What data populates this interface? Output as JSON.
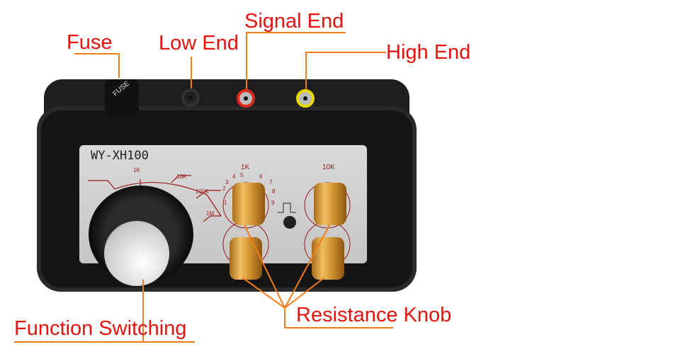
{
  "labels": {
    "fuse": "Fuse",
    "low_end": "Low End",
    "signal_end": "Signal End",
    "high_end": "High End",
    "function_switching": "Function Switching",
    "resistance_knob": "Resistance Knob"
  },
  "device": {
    "model": "WY-XH100",
    "fuse_cap_text": "FUSE",
    "range_labels": [
      "1K",
      "10K",
      "100K",
      "1M"
    ],
    "knob_group_labels": [
      "1K",
      "10K"
    ],
    "dial_numbers": [
      "1",
      "2",
      "3",
      "4",
      "5",
      "6",
      "7",
      "8",
      "9"
    ]
  },
  "colors": {
    "label": "#e5130e",
    "leader": "#f07c1a",
    "jack_red": "#e0281c",
    "jack_yellow": "#e8d800"
  }
}
